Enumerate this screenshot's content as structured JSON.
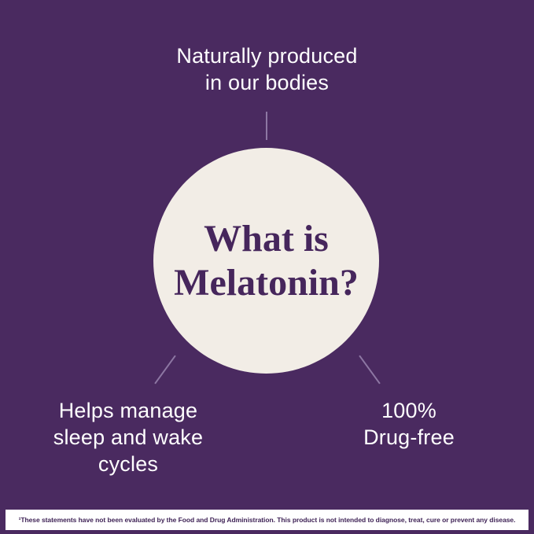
{
  "colors": {
    "background": "#4A2A60",
    "circle": "#F2EDE6",
    "title": "#46265C",
    "label": "#FFFFFF",
    "connector": "#8D77A3",
    "footer_bg": "#FFFFFF",
    "footer_text": "#3F2356"
  },
  "center": {
    "title": "What is\nMelatonin?"
  },
  "labels": {
    "top": "Naturally produced\nin our bodies",
    "bottom_left": "Helps manage\nsleep and wake\ncycles",
    "bottom_right": "100%\nDrug-free"
  },
  "footer": {
    "disclaimer": "¹These statements have not been evaluated by the Food and Drug Administration. This product is not intended to diagnose, treat, cure or prevent any disease."
  }
}
